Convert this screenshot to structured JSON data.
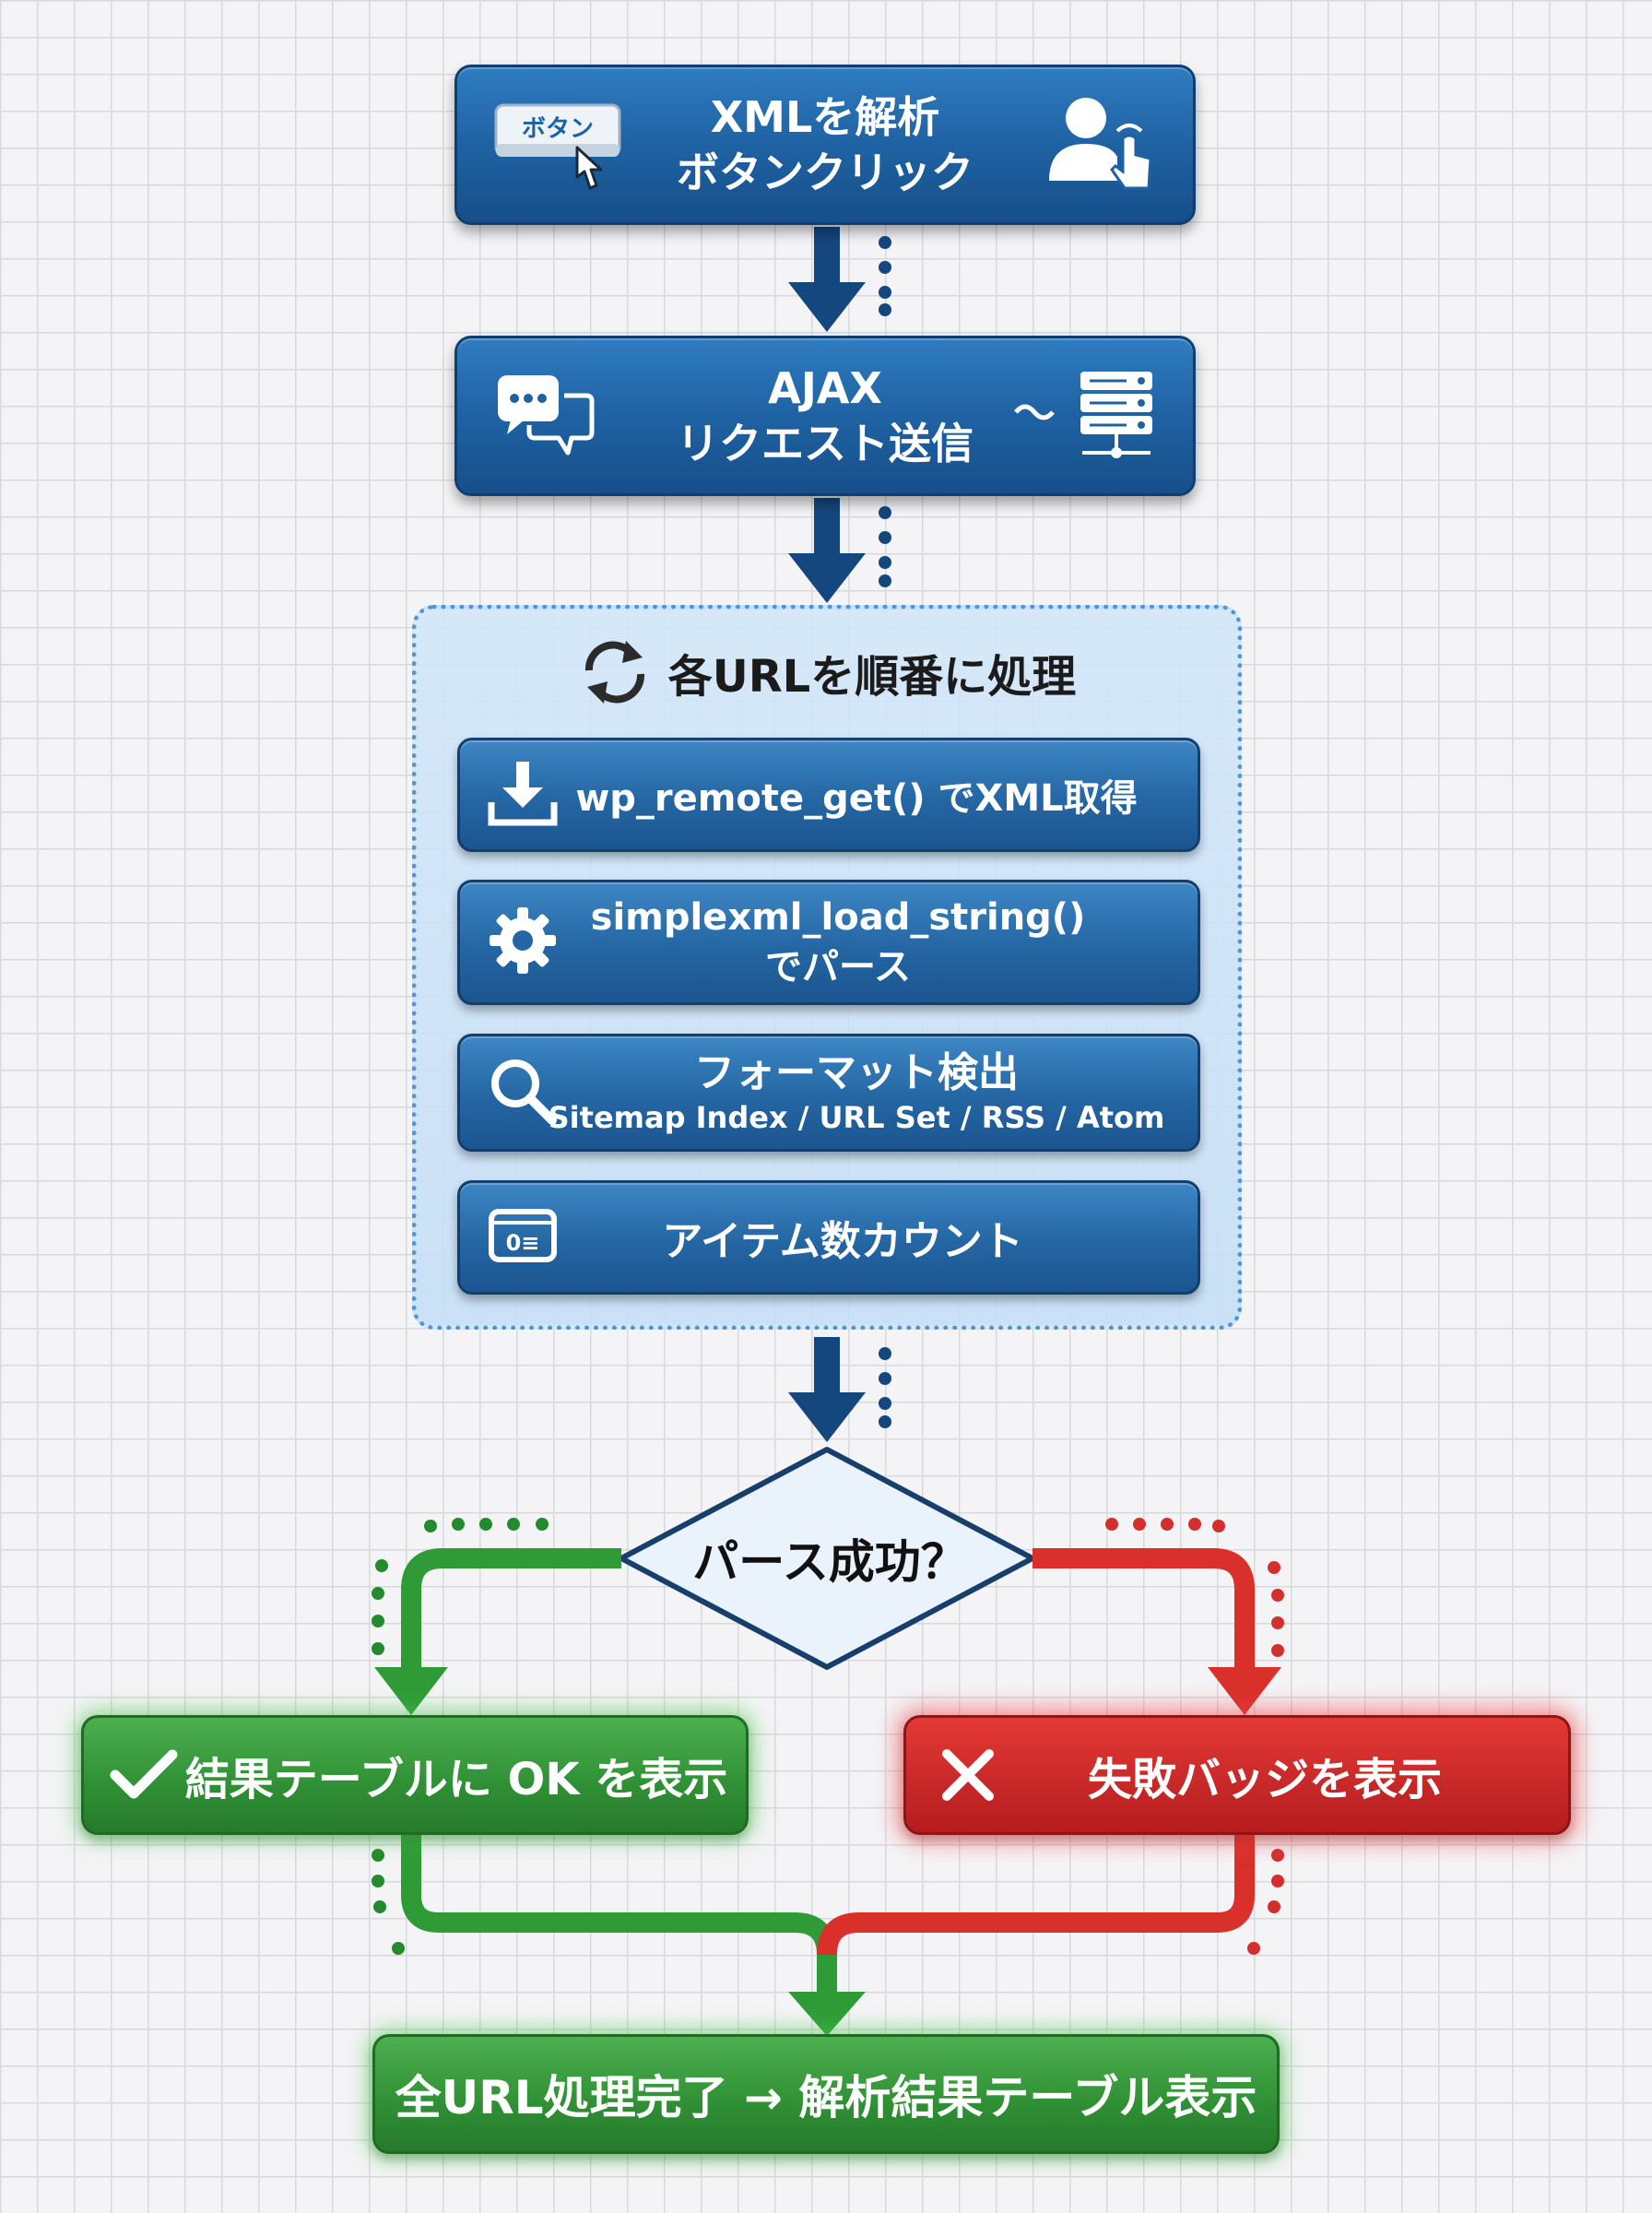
{
  "start": {
    "line1": "XMLを解析",
    "line2": "ボタンクリック",
    "button_icon_label": "ボタン"
  },
  "ajax": {
    "line1": "AJAX",
    "line2": "リクエスト送信"
  },
  "loop": {
    "title": "各URLを順番に処理",
    "steps": [
      {
        "line1": "wp_remote_get() でXML取得"
      },
      {
        "line1": "simplexml_load_string()",
        "line2": "でパース"
      },
      {
        "line1": "フォーマット検出",
        "line2": "Sitemap Index / URL Set / RSS / Atom"
      },
      {
        "line1": "アイテム数カウント",
        "icon_text": "0≡"
      }
    ]
  },
  "decision": {
    "label": "パース成功？"
  },
  "success": {
    "label": "結果テーブルに OK を表示"
  },
  "failure": {
    "label": "失敗バッジを表示"
  },
  "final": {
    "label": "全URL処理完了 → 解析結果テーブル表示"
  },
  "colors": {
    "primary_blue": "#1f62a3",
    "success_green": "#2f8f34",
    "failure_red": "#c62828",
    "connector_blue": "#14477e"
  }
}
